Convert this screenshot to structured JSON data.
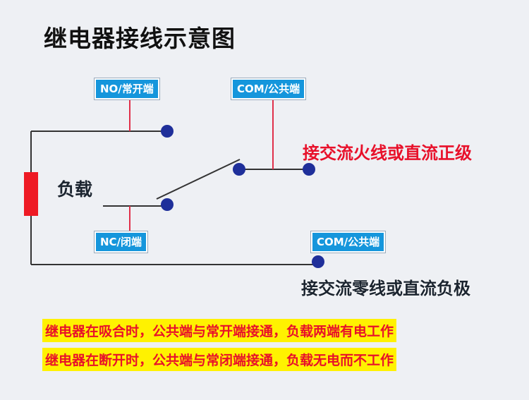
{
  "title": "继电器接线示意图",
  "tags": {
    "no": "NO/常开端",
    "com_top": "COM/公共端",
    "nc": "NC/闭端",
    "com_bottom": "COM/公共端"
  },
  "labels": {
    "load": "负载",
    "live": "接交流火线或直流正级",
    "neutral": "接交流零线或直流负极"
  },
  "notes": [
    "继电器在吸合时，公共端与常开端接通，负载两端有电工作",
    "继电器在断开时，公共端与常闭端接通，负载无电而不工作"
  ],
  "colors": {
    "tag_bg": "#1596dc",
    "terminal": "#1f2f9a",
    "load": "#ee1a24",
    "live_text": "#e8102a",
    "note_bg": "#fff200",
    "note_text": "#e8102a"
  }
}
